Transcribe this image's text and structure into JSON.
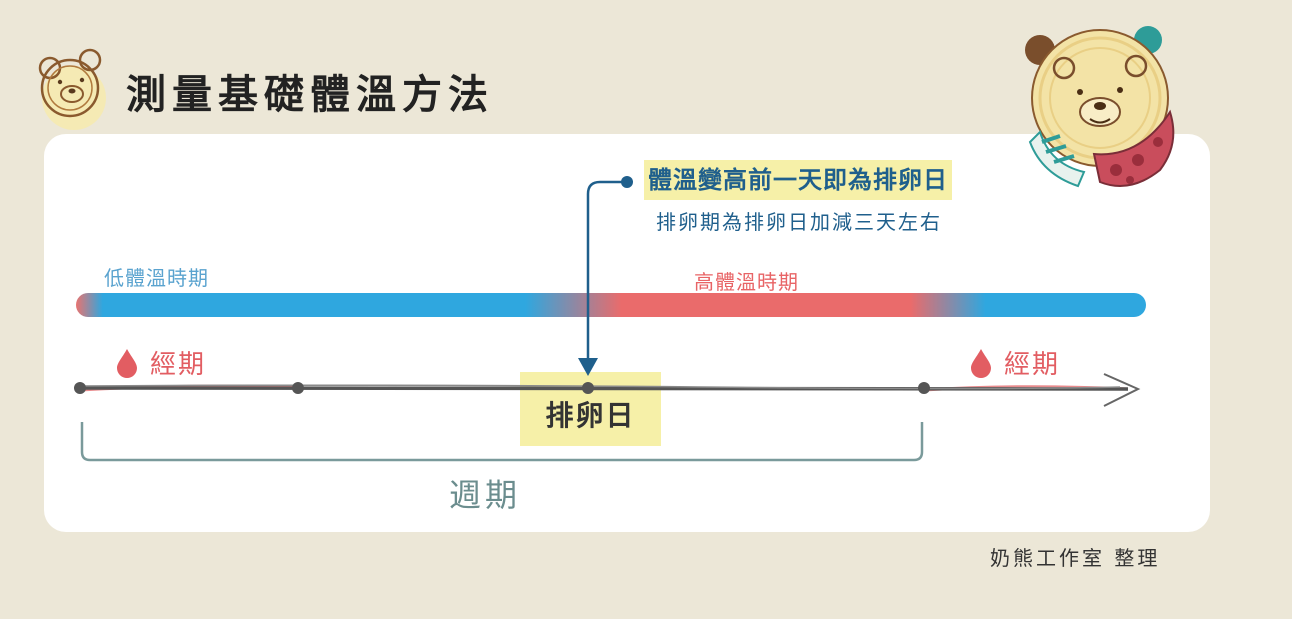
{
  "title": "測量基礎體溫方法",
  "annotation": {
    "main": "體溫變高前一天即為排卵日",
    "sub": "排卵期為排卵日加減三天左右"
  },
  "phases": {
    "low": "低體溫時期",
    "high": "高體溫時期"
  },
  "timeline": {
    "period_left": "經期",
    "period_right": "經期",
    "ovulation": "排卵日",
    "cycle": "週期"
  },
  "credit": "奶熊工作室 整理",
  "colors": {
    "background": "#ece7d7",
    "panel": "#ffffff",
    "low_temp": "#2fa7df",
    "high_temp": "#ea6b6b",
    "annotation": "#1f5f8c",
    "highlight": "#f6f0a8",
    "cycle": "#7a9a9b"
  },
  "icons": [
    "bear-logo-icon",
    "bear-mascot-icon",
    "blood-drop-icon"
  ]
}
